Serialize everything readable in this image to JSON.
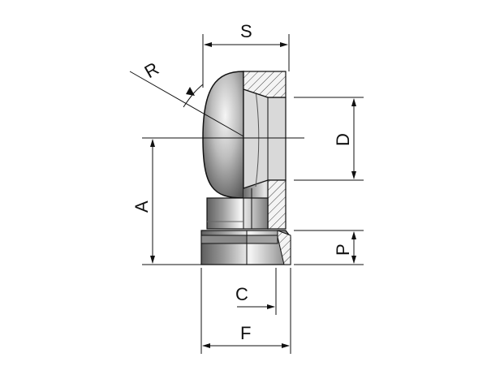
{
  "diagram": {
    "labels": {
      "S": "S",
      "R": "R",
      "D": "D",
      "A": "A",
      "P": "P",
      "C": "C",
      "F": "F"
    },
    "colors": {
      "line": "#111111",
      "metal_dark": "#6f6f6f",
      "metal_mid": "#b9b9b9",
      "metal_light": "#eeeeee",
      "hatch": "#444444",
      "section_fill": "#f2f2f2"
    }
  }
}
